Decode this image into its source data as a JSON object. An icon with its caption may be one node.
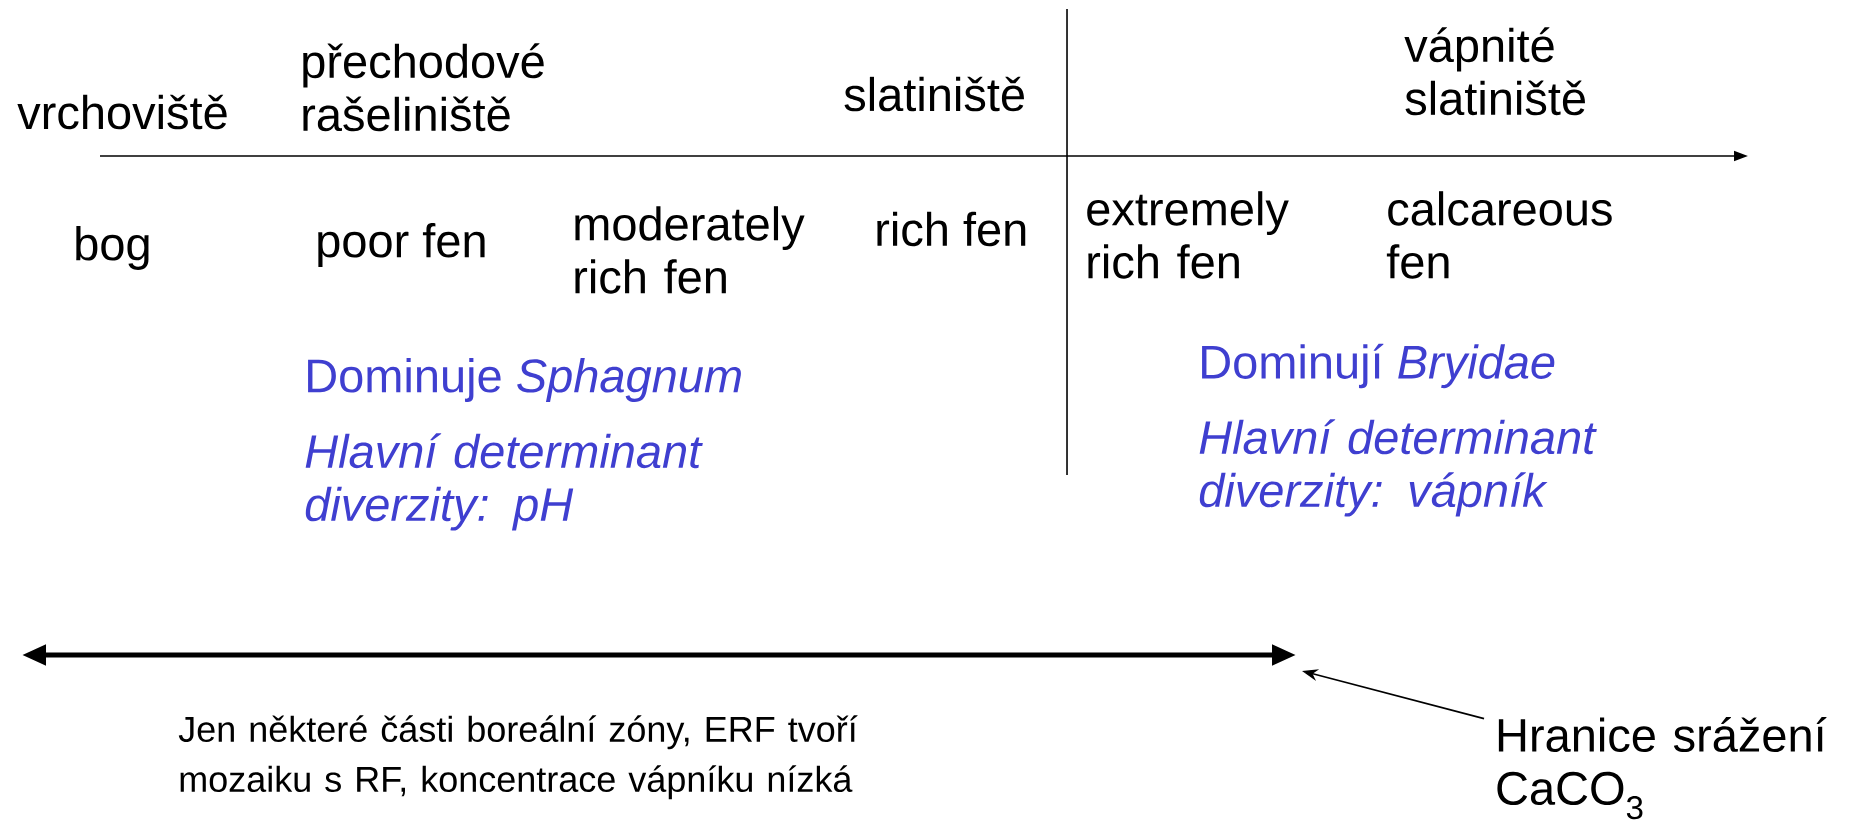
{
  "diagram": {
    "nodes": [
      {
        "text": [
          "Hranice srážení CaCO$_{3}$"
        ]
      },
      {
        "text": [],
        "shape": "arrow"
      }
    ],
    "edges": [
      {
        "from": 0,
        "to": 1,
        "arrow": "to"
      }
    ],
    "labels": [
      "vrchoviště",
      "přechodové rašeliniště",
      "slatiniště",
      "vápnité slatiniště",
      "bog",
      "poor fen",
      "moderately rich fen",
      "rich fen",
      "extremely rich fen",
      "calcareous fen",
      "Dominuje *Sphagnum*",
      "Hlavní determinant diverzity: pH",
      "Dominují *Bryidae*",
      "Hlavní determinant diverzity: vápník",
      "Jen některé části boreální zóny, ERF tvoří mozaiku s RF, koncentrace vápníku nízká"
    ]
  }
}
